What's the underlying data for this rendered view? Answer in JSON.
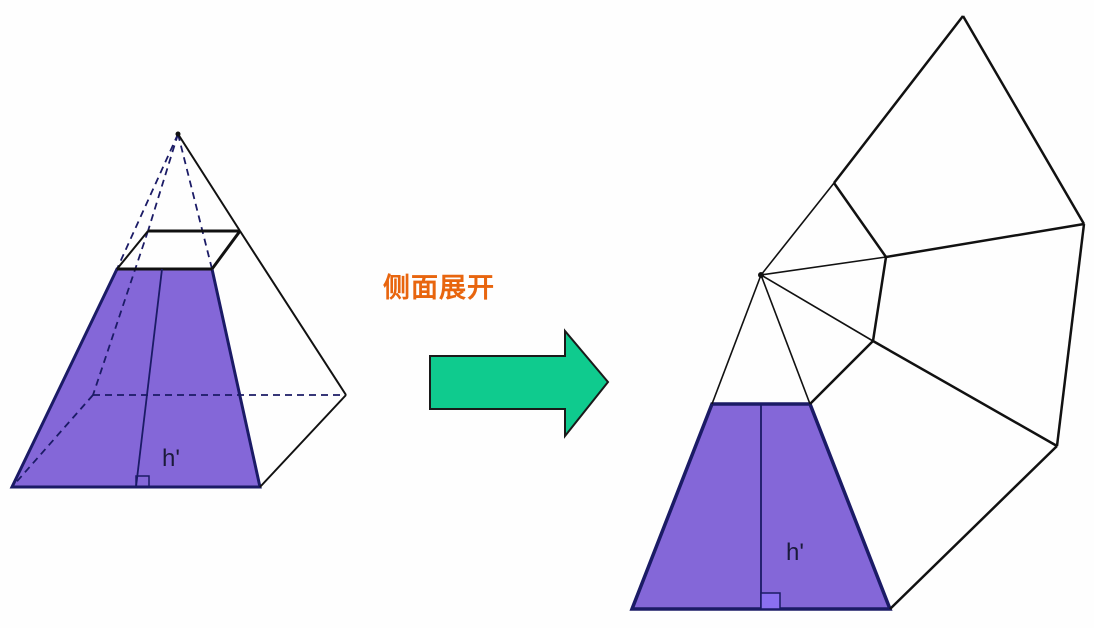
{
  "caption": {
    "text": "侧面展开",
    "color": "#e8650e"
  },
  "arrow": {
    "fill": "#0fcb8e",
    "stroke": "#1a1a1a",
    "direction": "right"
  },
  "colors": {
    "face_fill": "#8467d8",
    "face_stroke": "#1b1b66",
    "line": "#111111"
  },
  "left_figure": {
    "name": "frustum-in-pyramid",
    "height_label": "h'"
  },
  "right_figure": {
    "name": "lateral-surface-net",
    "height_label": "h'"
  }
}
